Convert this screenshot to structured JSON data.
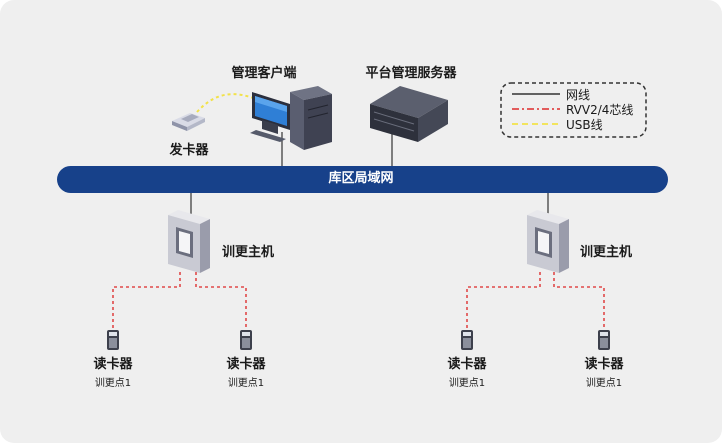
{
  "nodes": {
    "management_client": "管理客户端",
    "platform_server": "平台管理服务器",
    "card_issuer": "发卡器",
    "lan": "库区局域网",
    "host_left": "训更主机",
    "host_right": "训更主机",
    "readers": [
      {
        "label": "读卡器",
        "sublabel": "训更点1"
      },
      {
        "label": "读卡器",
        "sublabel": "训更点1"
      },
      {
        "label": "读卡器",
        "sublabel": "训更点1"
      },
      {
        "label": "读卡器",
        "sublabel": "训更点1"
      }
    ]
  },
  "legend": {
    "network": "网线",
    "rvv": "RVV2/4芯线",
    "usb": "USB线"
  },
  "colors": {
    "lan_bus": "#17418a",
    "network_line": "#333333",
    "rvv_line": "#e04848",
    "usb_line": "#f2e24a"
  }
}
